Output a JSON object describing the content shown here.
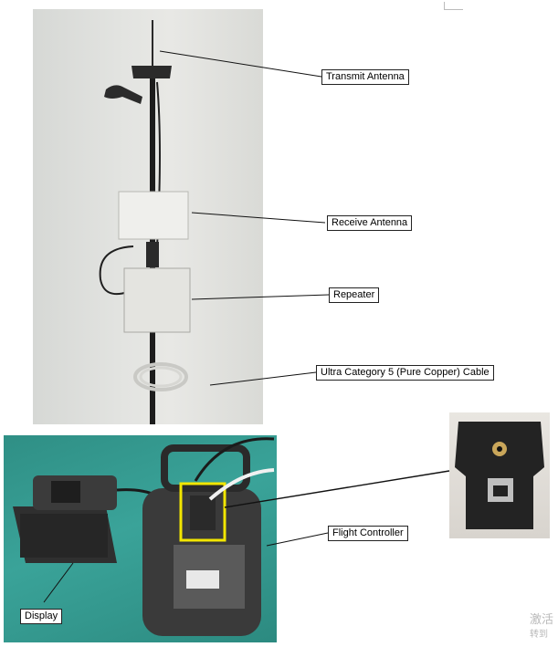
{
  "labels": {
    "transmit_antenna": "Transmit Antenna",
    "receive_antenna": "Receive Antenna",
    "repeater": "Repeater",
    "cable": "Ultra Category 5 (Pure Copper) Cable",
    "flight_controller": "Flight Controller",
    "display": "Display"
  },
  "watermark": {
    "line1": "激活",
    "line2": "转到"
  },
  "colors": {
    "wall": "#e3e4e1",
    "table": "#3aa399",
    "highlight": "#f2e600",
    "device": "#3a3a3a"
  }
}
